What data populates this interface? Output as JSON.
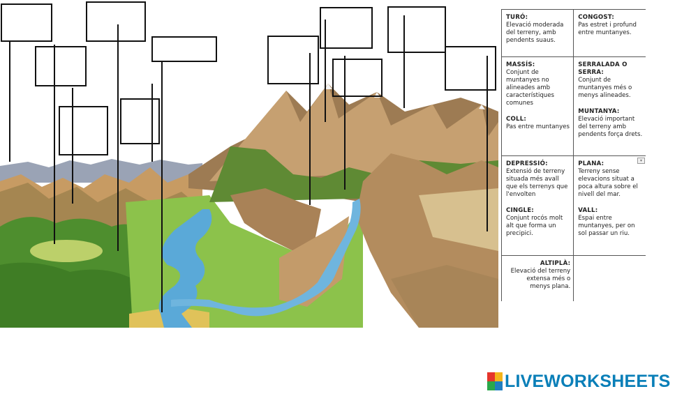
{
  "glossary": [
    {
      "left": {
        "term": "TURÓ:",
        "def": "Elevació moderada del terreny, amb pendents suaus."
      },
      "right": {
        "term": "CONGOST:",
        "def": "Pas estret i profund entre muntanyes."
      }
    },
    {
      "left": {
        "term": "MASSÍS:",
        "def": "Conjunt de muntanyes no alineades amb característiques comunes",
        "term2": "COLL:",
        "def2": "Pas entre muntanyes"
      },
      "right": {
        "term": "SERRALADA O SERRA:",
        "def": "Conjunt de muntanyes més o menys alineades.",
        "term2": "MUNTANYA:",
        "def2": "Elevació important del terreny amb pendents força drets."
      }
    },
    {
      "left": {
        "term": "DEPRESSIÓ:",
        "def": "Extensió de terreny situada més avall que els terrenys que l'envolten",
        "term2": "CINGLE:",
        "def2": "Conjunt rocós molt alt que forma un precipici."
      },
      "right": {
        "term": "PLANA:",
        "def": "Terreny sense elevacions situat a poca altura sobre el nivell del mar.",
        "term2": "VALL:",
        "def2": "Espai entre muntanyes, per on sol passar un riu."
      }
    },
    {
      "left": {
        "term": "ALTIPLÀ:",
        "def": "Elevació del terreny extensa més o menys plana."
      },
      "right": {
        "term": "",
        "def": ""
      }
    }
  ],
  "brand": {
    "text": "LIVEWORKSHEETS",
    "mark_colors": [
      "#e5352b",
      "#f4b41a",
      "#2aa84a",
      "#1f7fc1"
    ]
  },
  "colors": {
    "sky": "#ffffff",
    "river": "#5aa9d8",
    "grass": "#7cbd3a",
    "rock": "#b08a5c",
    "accent": "#0a7fb8"
  },
  "answer_boxes": [
    {
      "id": "box-1",
      "value": ""
    },
    {
      "id": "box-2",
      "value": ""
    },
    {
      "id": "box-3",
      "value": ""
    },
    {
      "id": "box-4",
      "value": ""
    },
    {
      "id": "box-5",
      "value": ""
    },
    {
      "id": "box-6",
      "value": ""
    },
    {
      "id": "box-7",
      "value": ""
    },
    {
      "id": "box-8",
      "value": ""
    },
    {
      "id": "box-9",
      "value": ""
    },
    {
      "id": "box-10",
      "value": ""
    },
    {
      "id": "box-11",
      "value": ""
    },
    {
      "id": "box-12",
      "value": ""
    },
    {
      "id": "box-13",
      "value": ""
    }
  ]
}
